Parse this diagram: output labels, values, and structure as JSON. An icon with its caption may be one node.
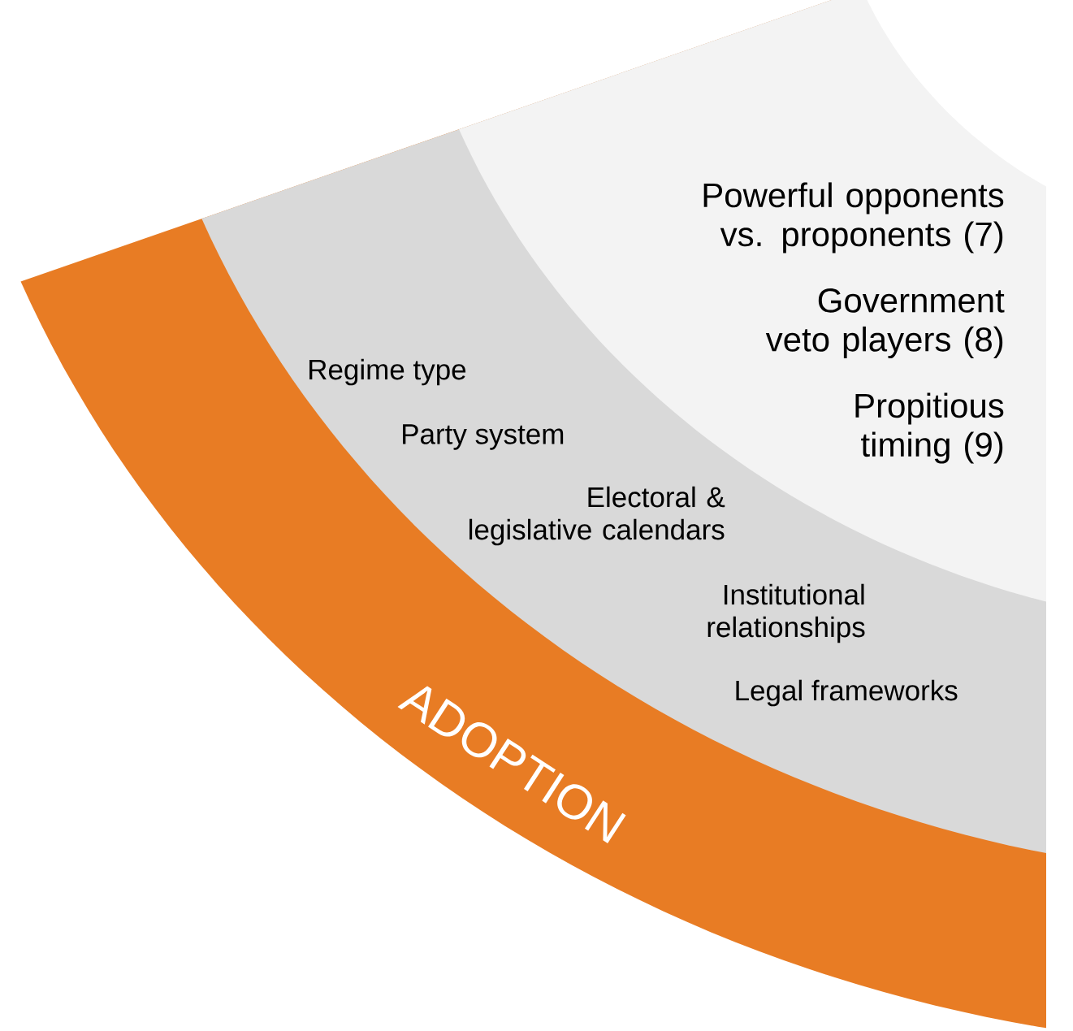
{
  "diagram": {
    "nodes": [
      {
        "text": [
          "ADOPTION"
        ]
      },
      {
        "text": [
          "Regime type",
          "Party system",
          "Electoral & legislative calendars",
          "Institutional relationships",
          "Legal frameworks"
        ]
      },
      {
        "text": [
          "Powerful opponents vs. proponents (7)",
          "Government veto players (8)",
          "Propitious timing (9)"
        ]
      }
    ]
  }
}
